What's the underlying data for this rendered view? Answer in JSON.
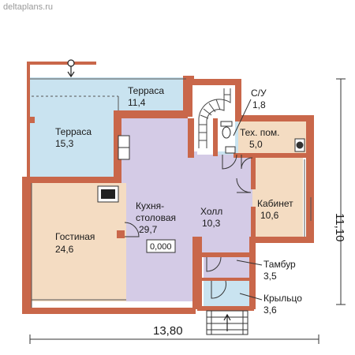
{
  "watermark": "deltaplans.ru",
  "dimensions": {
    "width": "13,80",
    "depth": "11,10"
  },
  "level_mark": "0,000",
  "colors": {
    "wall": "#c9674a",
    "terrace": "#c9e3f0",
    "living": "#f4dcc2",
    "kitchen": "#d4cbe6",
    "cabinet": "#f4dcc2",
    "tech": "#f4dcc2",
    "stair": "#ffffff"
  },
  "rooms": {
    "terrace_top": {
      "name": "Терраса",
      "area": "11,4"
    },
    "terrace_left": {
      "name": "Терраса",
      "area": "15,3"
    },
    "bathroom": {
      "name": "С/У",
      "area": "1,8"
    },
    "tech_room": {
      "name": "Тех. пом.",
      "area": "5,0"
    },
    "kitchen": {
      "name_line1": "Кухня-",
      "name_line2": "столовая",
      "area": "29,7"
    },
    "hall": {
      "name": "Холл",
      "area": "10,3"
    },
    "cabinet": {
      "name": "Кабинет",
      "area": "10,6"
    },
    "living": {
      "name": "Гостиная",
      "area": "24,6"
    },
    "vestibule": {
      "name": "Тамбур",
      "area": "3,5"
    },
    "porch": {
      "name": "Крыльцо",
      "area": "3,6"
    }
  }
}
